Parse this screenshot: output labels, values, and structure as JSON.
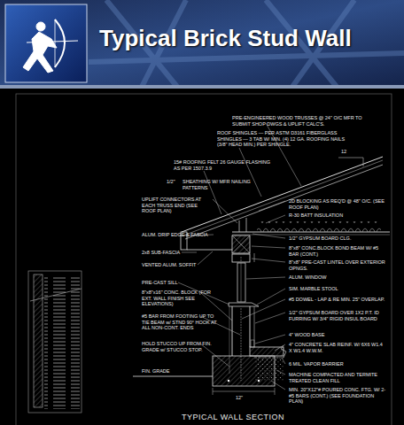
{
  "diagram": {
    "title": "Typical Brick Stud Wall",
    "caption": "TYPICAL WALL SECTION",
    "labels": [
      "PRE-ENGINEERED WOOD TRUSSES @ 24\" O/C MFR TO SUBMIT SHOP DWGS & UPLIFT CALC'S.",
      "ROOF SHINGLES — PER ASTM D3161 FIBERGLASS SHINGLES — 3 TAB W/ MIN. (4) 12 GA. ROOFING NAILS (3/8\" HEAD MIN.) PER SHINGLE.",
      "12",
      "15# ROOFING FELT 26 GAUGE FLASHING AS PER 1507.3.9",
      "1/2\"",
      "SHEATHING W/ MFR NAILING PATTERNS",
      "UPLIFT CONNECTORS AT EACH TRUSS END (SEE ROOF PLAN)",
      "2D BLOCKING AS REQ'D @ 48\" O/C. (SEE ROOF PLAN)",
      "R-30 BATT INSULATION",
      "ALUM. DRIP EDGE & FASCIA",
      "2x8 SUB-FASCIA",
      "VENTED ALUM. SOFFIT",
      "1/2\" GYPSUM BOARD CLG.",
      "8\"x8\" CONC.BLOCK BOND BEAM W/ #5 BAR (CONT.)",
      "8\"x8\" PRE-CAST LINTEL OVER EXTERIOR OPNGS.",
      "ALUM. WINDOW",
      "SIM. MARBLE STOOL",
      "#5 DOWEL - LAP & RE MIN. 25\" OVERLAP.",
      "1/2\" GYPSUM BOARD OVER 1X2 P.T. ID FURRING W/ 3/4\" RIGID INSUL BOARD",
      "4\" WOOD BASE",
      "4\" CONCRETE SLAB REINF. W/ 6X6 W1.4 X W1.4 W.W.M.",
      "6 MIL. VAPOR BARRIER",
      "MACHINE COMPACTED AND TERMITE TREATED CLEAN FILL",
      "MIN. 20\"X12\"# POURED CONC. FTG. W/ 2-#5 BARS (CONT.) (SEE FOUNDATION PLAN)",
      "PRE-CAST SILL",
      "8\"x8\"x16\" CONC. BLOCK (FOR EXT. WALL FINISH SEE ELEVATIONS)",
      "#5 BAR FROM FOOTING UP TO TIE BEAM w/ STND 90° HOOK AT ALL NON-CONT. ENDS",
      "HOLD STUCCO UP FROM FIN. GRADE w/ STUCCO STOP.",
      "FIN. GRADE",
      "12\""
    ]
  }
}
